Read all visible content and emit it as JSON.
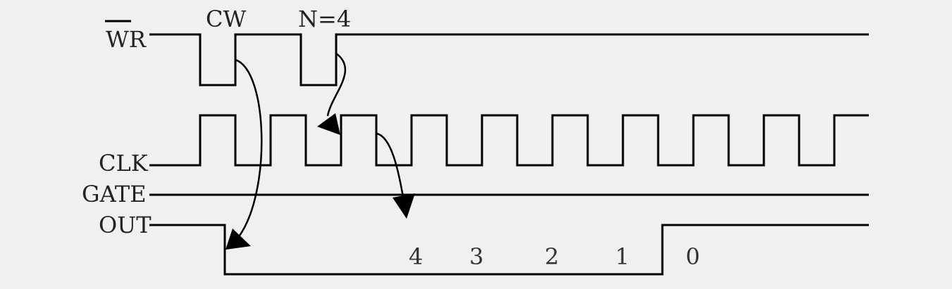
{
  "signals": {
    "wr": "WR",
    "clk": "CLK",
    "gate": "GATE",
    "out": "OUT"
  },
  "annotations": {
    "cw": "CW",
    "n": "N=4"
  },
  "counts": [
    "4",
    "3",
    "2",
    "1",
    "0"
  ]
}
